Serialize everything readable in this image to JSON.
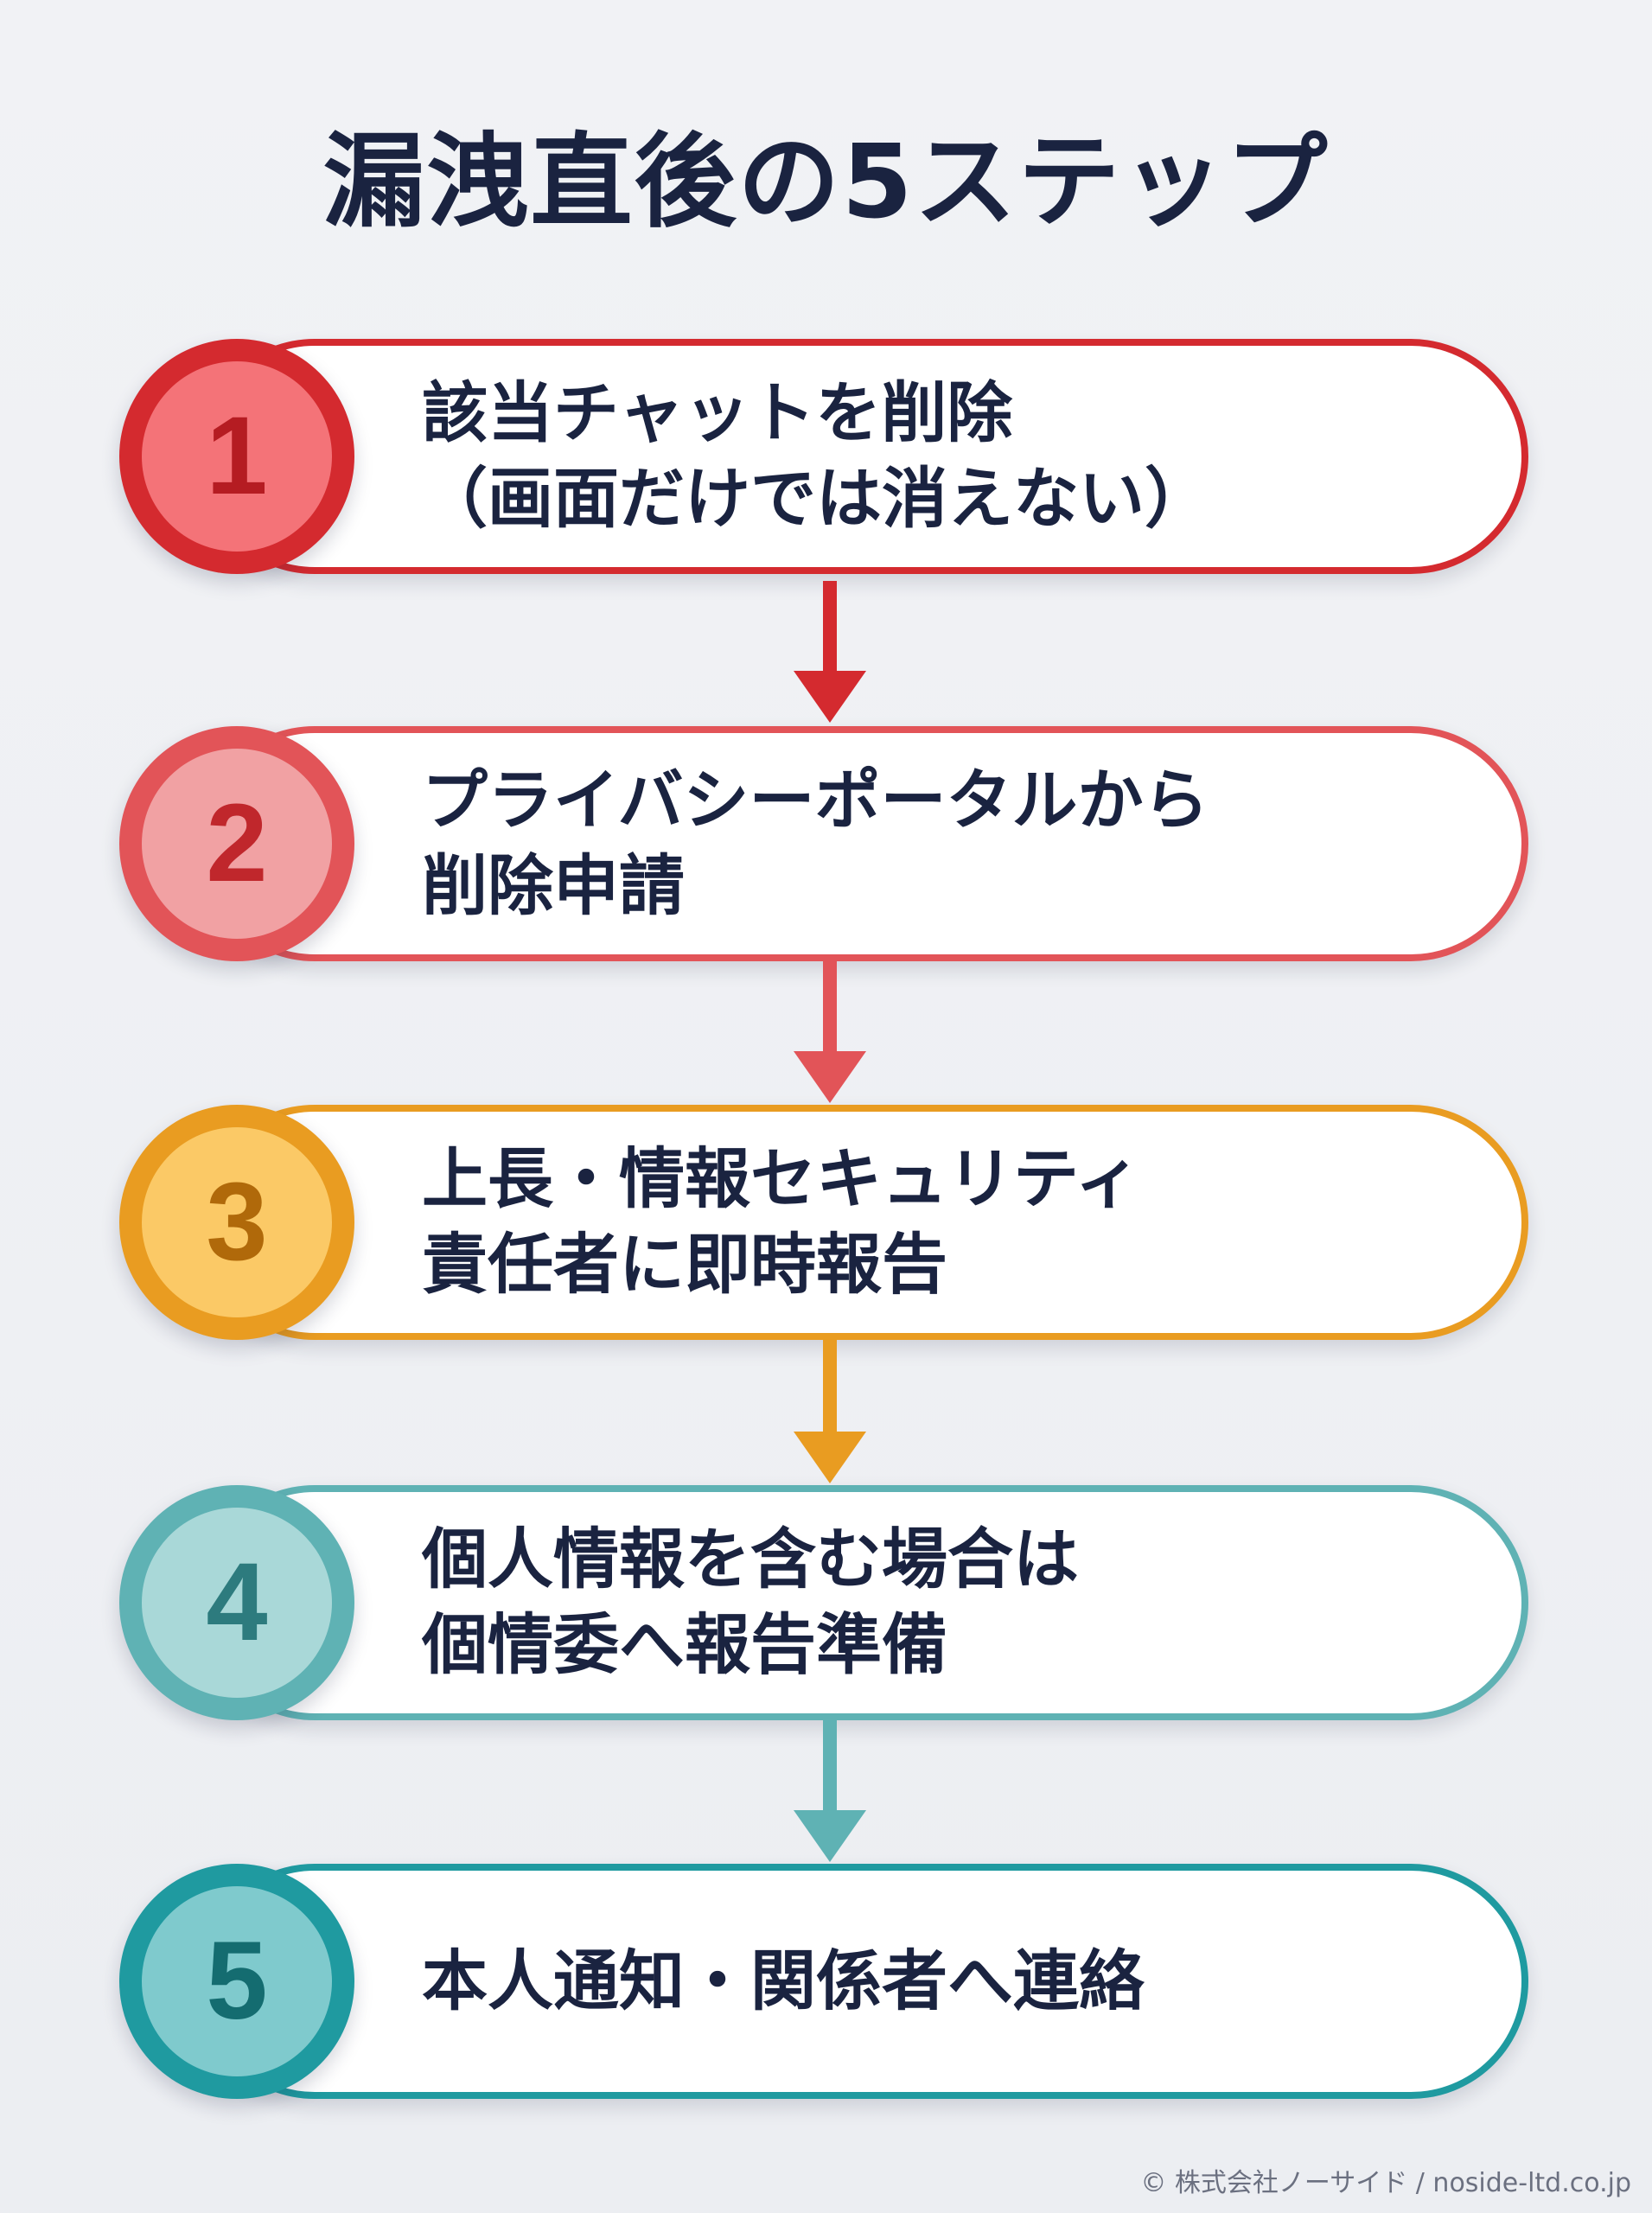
{
  "title": "漏洩直後の5ステップ",
  "steps": [
    {
      "number": "1",
      "line1": "該当チャットを削除",
      "line2": "（画面だけでは消えない）",
      "color": "#d42a2f",
      "light": "#f47378",
      "num_color": "#b51c22"
    },
    {
      "number": "2",
      "line1": "プライバシーポータルから",
      "line2": "削除申請",
      "color": "#e25458",
      "light": "#f1a1a3",
      "num_color": "#c0272c"
    },
    {
      "number": "3",
      "line1": "上長・情報セキュリティ",
      "line2": "責任者に即時報告",
      "color": "#e99c21",
      "light": "#fbc966",
      "num_color": "#b0690a"
    },
    {
      "number": "4",
      "line1": "個人情報を含む場合は",
      "line2": "個情委へ報告準備",
      "color": "#5fb2b4",
      "light": "#a9d8d8",
      "num_color": "#2d7b7e"
    },
    {
      "number": "5",
      "line1": "本人通知・関係者へ連絡",
      "line2": "",
      "color": "#1f9aa0",
      "light": "#7fcacd",
      "num_color": "#146c70"
    }
  ],
  "arrow_colors": [
    "#d42a2f",
    "#e25458",
    "#e99c21",
    "#5fb2b4"
  ],
  "footer": "© 株式会社ノーサイド / noside-ltd.co.jp"
}
